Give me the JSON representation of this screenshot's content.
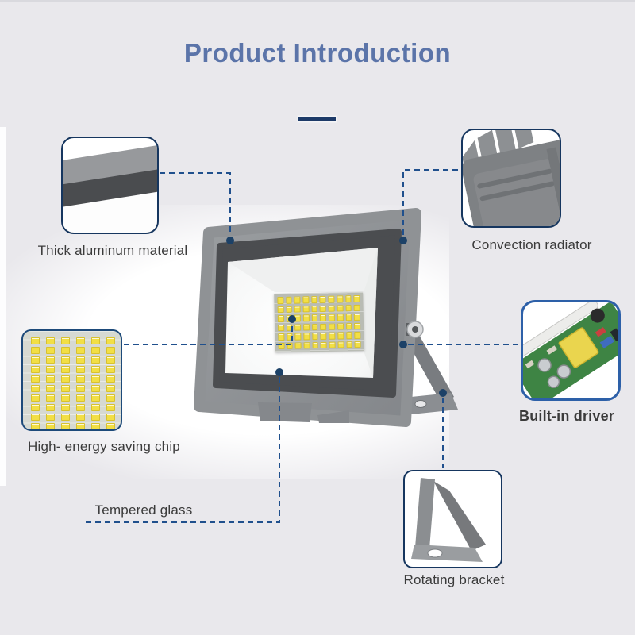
{
  "page": {
    "title": "Product Introduction"
  },
  "features": [
    {
      "id": "aluminum",
      "label": "Thick aluminum material"
    },
    {
      "id": "radiator",
      "label": "Convection radiator"
    },
    {
      "id": "chip",
      "label": "High- energy saving chip"
    },
    {
      "id": "driver",
      "label": "Built-in driver"
    },
    {
      "id": "glass",
      "label": "Tempered glass"
    },
    {
      "id": "bracket",
      "label": "Rotating bracket"
    }
  ],
  "colors": {
    "background": "#e9e8ec",
    "title_blue": "#5b74a9",
    "divider_navy": "#1d3a68",
    "box_border_navy": "#16365f",
    "driver_box_border": "#2d60a8",
    "connector_line": "#20508d",
    "connector_dot": "#1c4167",
    "led_yellow": "#f2df45",
    "label_text": "#3b3b3b",
    "body_gray": "#8f9295",
    "bezel_gray": "#4b4d50"
  }
}
